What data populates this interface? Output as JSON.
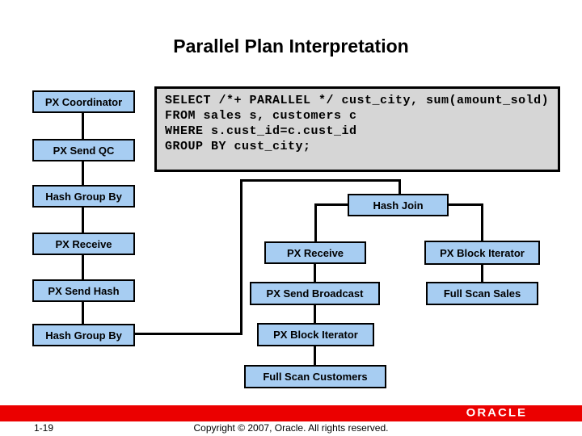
{
  "slide": {
    "title": "Parallel Plan Interpretation",
    "sql": "SELECT /*+ PARALLEL */ cust_city, sum(amount_sold)\nFROM sales s, customers c\nWHERE s.cust_id=c.cust_id\nGROUP BY cust_city;",
    "footer": {
      "page_number": "1-19",
      "copyright": "Copyright © 2007, Oracle. All rights reserved.",
      "logo_text": "ORACLE"
    }
  },
  "diagram": {
    "type": "parallel-execution-plan-tree",
    "nodes": [
      {
        "id": 0,
        "label": "PX Coordinator"
      },
      {
        "id": 1,
        "label": "PX Send QC"
      },
      {
        "id": 2,
        "label": "Hash Group By"
      },
      {
        "id": 3,
        "label": "PX Receive"
      },
      {
        "id": 4,
        "label": "PX Send Hash"
      },
      {
        "id": 5,
        "label": "Hash Group By"
      },
      {
        "id": 6,
        "label": "Hash Join"
      },
      {
        "id": 7,
        "label": "PX Receive"
      },
      {
        "id": 8,
        "label": "PX Send Broadcast"
      },
      {
        "id": 9,
        "label": "PX Block Iterator"
      },
      {
        "id": 10,
        "label": "Full Scan Customers"
      },
      {
        "id": 11,
        "label": "PX Block Iterator"
      },
      {
        "id": 12,
        "label": "Full Scan Sales"
      }
    ],
    "edges": [
      [
        0,
        1
      ],
      [
        1,
        2
      ],
      [
        2,
        3
      ],
      [
        3,
        4
      ],
      [
        4,
        5
      ],
      [
        5,
        6
      ],
      [
        6,
        7
      ],
      [
        7,
        8
      ],
      [
        8,
        9
      ],
      [
        9,
        10
      ],
      [
        6,
        11
      ],
      [
        11,
        12
      ]
    ]
  },
  "colors": {
    "node_fill": "#A7CDF2",
    "sql_bg": "#D6D6D6",
    "band_red": "#EB0000",
    "node_border": "#000000"
  }
}
